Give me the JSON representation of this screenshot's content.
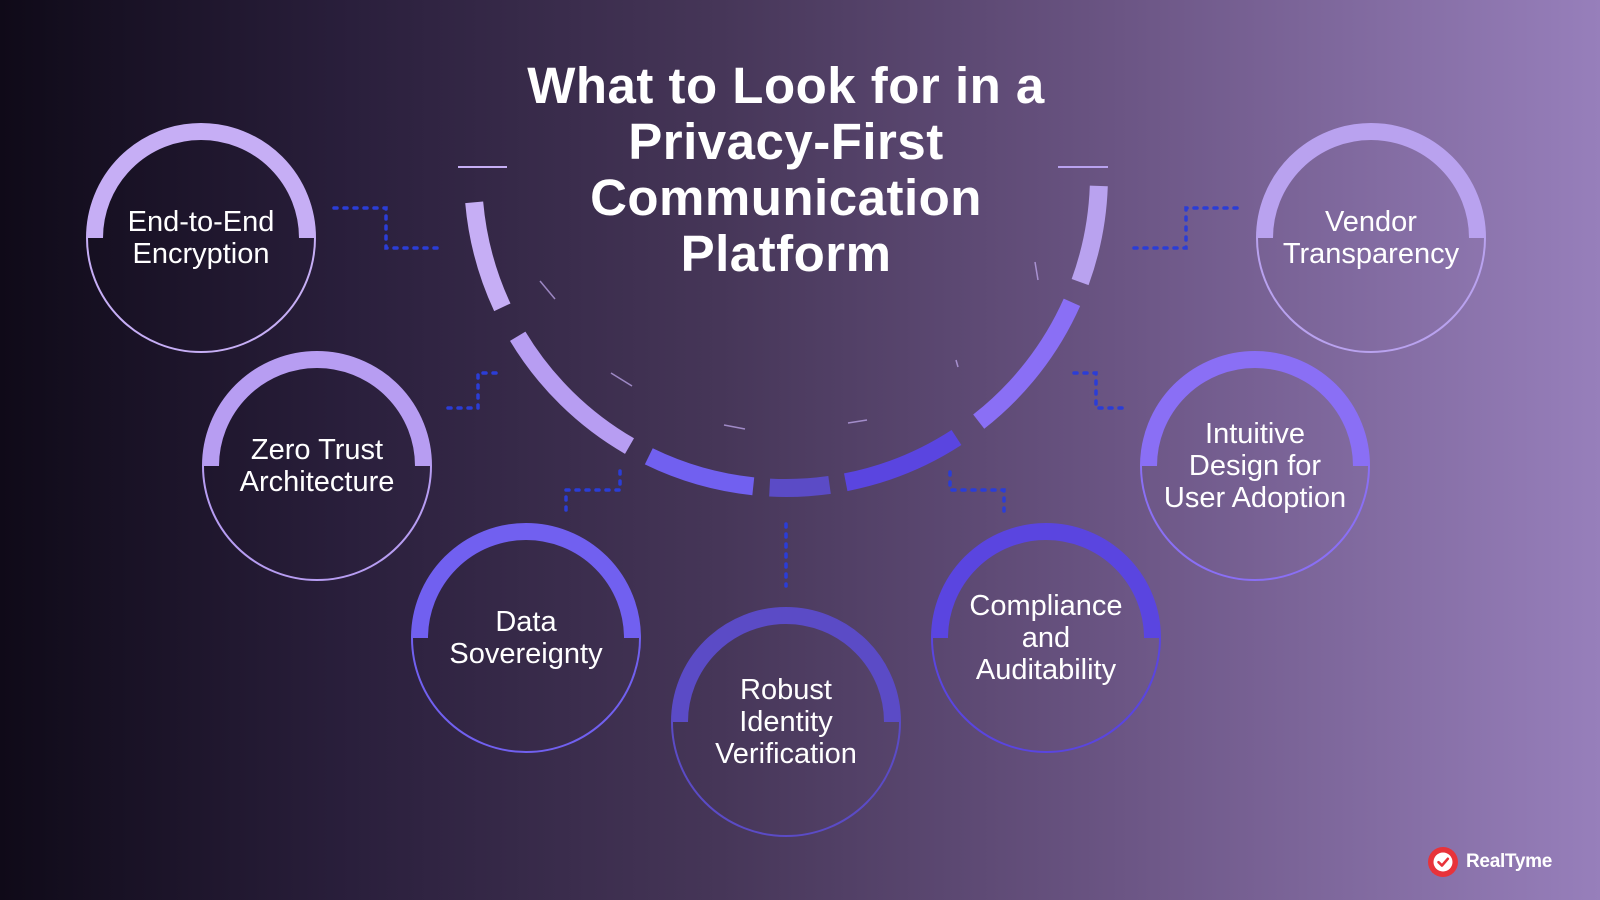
{
  "title": {
    "lines": [
      "What to Look for in a",
      "Privacy-First",
      "Communication",
      "Platform"
    ]
  },
  "nodes": [
    {
      "id": "end-to-end-encryption",
      "label": "End-to-End\nEncryption",
      "color": "#c6aef5"
    },
    {
      "id": "zero-trust-architecture",
      "label": "Zero Trust\nArchitecture",
      "color": "#b79df2"
    },
    {
      "id": "data-sovereignty",
      "label": "Data\nSovereignty",
      "color": "#7160f0"
    },
    {
      "id": "robust-identity-verification",
      "label": "Robust\nIdentity\nVerification",
      "color": "#5b4bc6"
    },
    {
      "id": "compliance-and-auditability",
      "label": "Compliance\nand\nAuditability",
      "color": "#5a45e0"
    },
    {
      "id": "intuitive-design",
      "label": "Intuitive\nDesign for\nUser Adoption",
      "color": "#8a6ff5"
    },
    {
      "id": "vendor-transparency",
      "label": "Vendor\nTransparency",
      "color": "#b9a2ef"
    }
  ],
  "connector_color": "#2b3dd6",
  "brand": {
    "name": "RealTyme",
    "icon": "chat-bubble-check-icon",
    "icon_color": "#e8333a"
  }
}
